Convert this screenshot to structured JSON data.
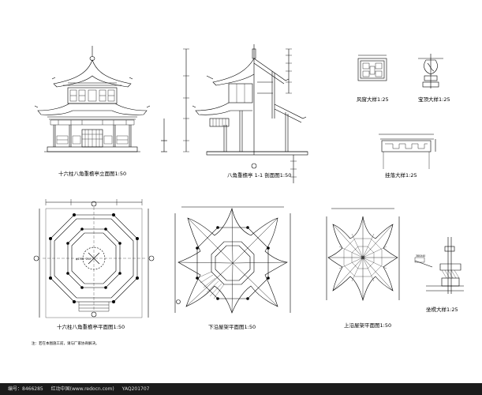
{
  "captions": {
    "elevation": "十六柱八角重檐亭立面图1:50",
    "section": "八角重檐亭 1-1 剖面图1:50",
    "window_detail": "风窗大样1:25",
    "finial_detail": "宝顶大样1:25",
    "railing_detail": "挂落大样1:25",
    "plan": "十六柱八角重檐亭平面图1:50",
    "lower_roof_plan": "下沿屋架平面图1:50",
    "upper_roof_plan": "上沿屋架平面图1:50",
    "seat_detail": "坐櫈大样1:25"
  },
  "note": "注：若在本图施工前，请与厂家协商解决。",
  "plan_labels": {
    "inner_ring": "φ4700~200"
  },
  "detail_labels": {
    "seat_dim": "380X40"
  },
  "footer": {
    "id_label": "编号：8466285",
    "site": "红动中国(www.redocn.com)",
    "code": "YAQ201707"
  },
  "colors": {
    "line": "#000000",
    "footer_bg": "#1b1b1b"
  }
}
